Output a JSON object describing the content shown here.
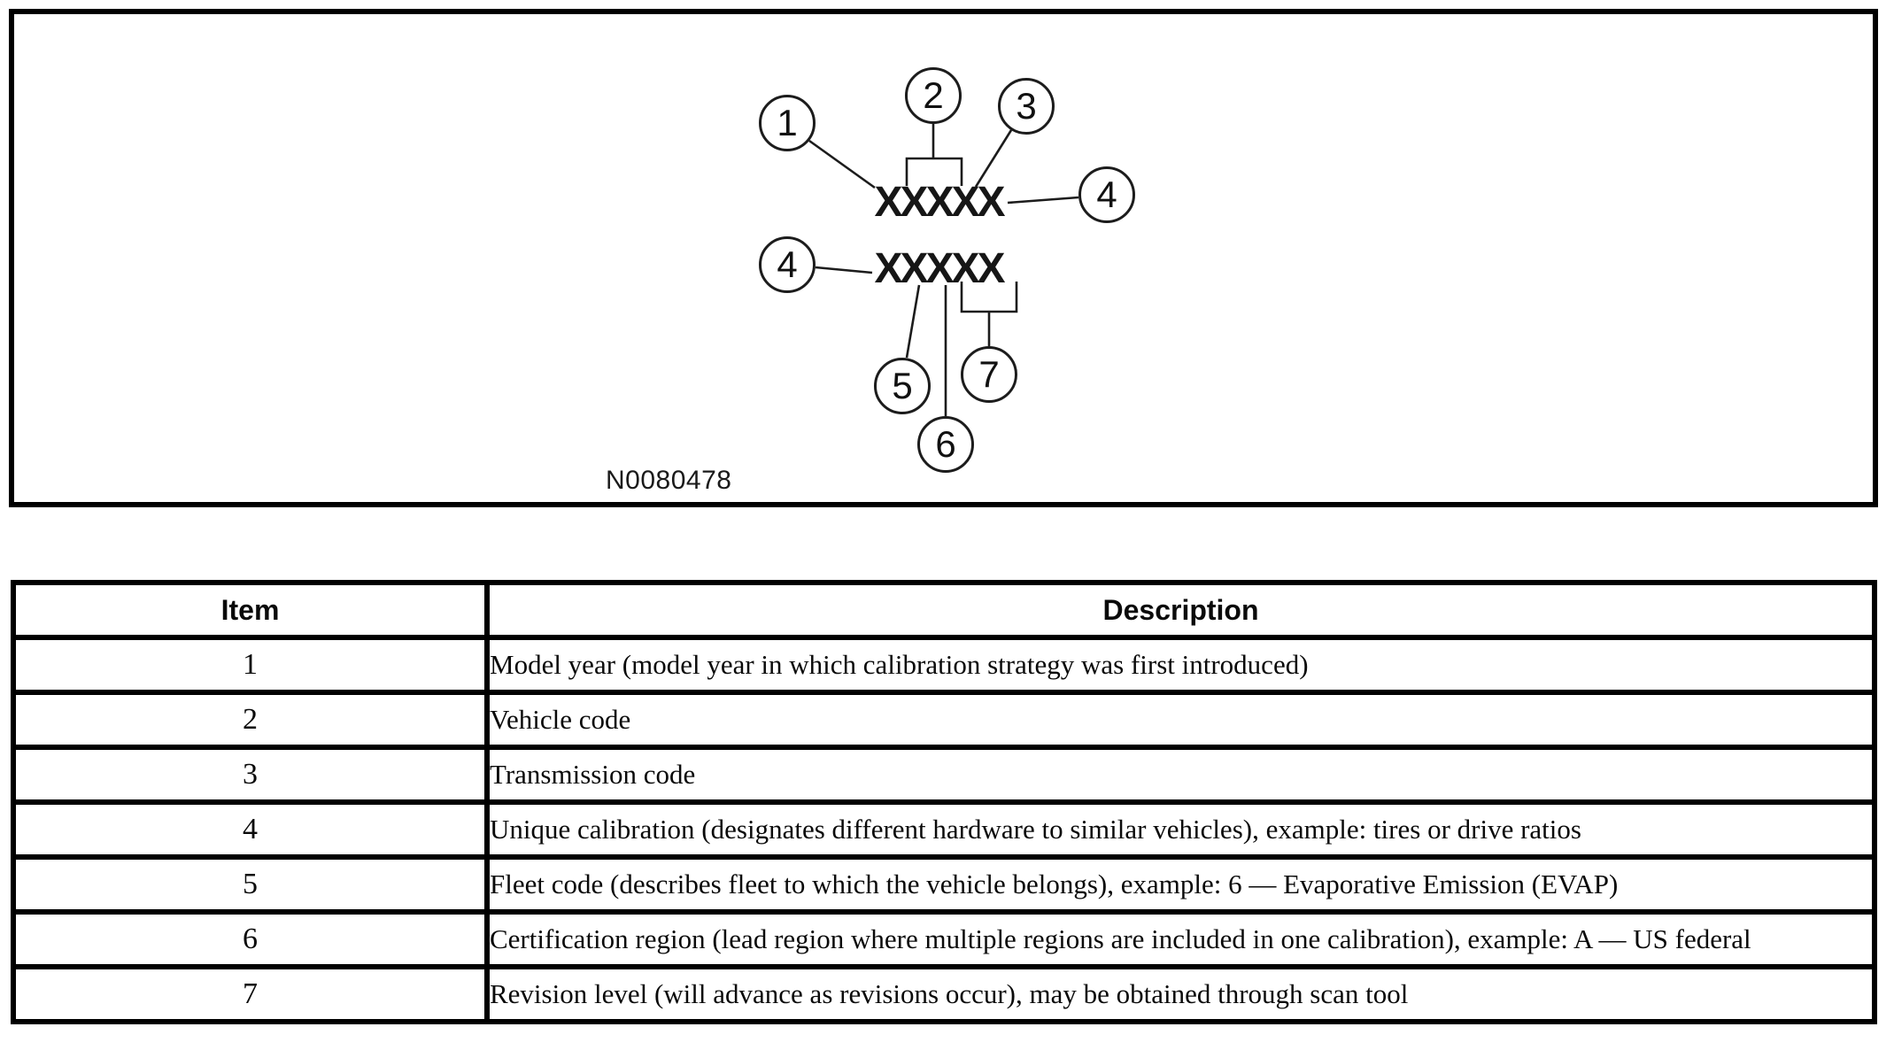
{
  "figure": {
    "code_line1": "XXXXX",
    "code_line2": "XXXXX",
    "figure_id": "N0080478",
    "callouts": [
      {
        "label": "1"
      },
      {
        "label": "2"
      },
      {
        "label": "3"
      },
      {
        "label": "4"
      },
      {
        "label": "4"
      },
      {
        "label": "5"
      },
      {
        "label": "6"
      },
      {
        "label": "7"
      }
    ]
  },
  "table": {
    "headers": {
      "item": "Item",
      "description": "Description"
    },
    "rows": [
      {
        "item": "1",
        "description": "Model year (model year in which calibration strategy was first introduced)"
      },
      {
        "item": "2",
        "description": "Vehicle code"
      },
      {
        "item": "3",
        "description": "Transmission code"
      },
      {
        "item": "4",
        "description": "Unique calibration (designates different hardware to similar vehicles), example: tires or drive ratios"
      },
      {
        "item": "5",
        "description": "Fleet code (describes fleet to which the vehicle belongs), example: 6 — Evaporative Emission (EVAP)"
      },
      {
        "item": "6",
        "description": "Certification region (lead region where multiple regions are included in one calibration), example: A — US federal"
      },
      {
        "item": "7",
        "description": "Revision level (will advance as revisions occur), may be obtained through scan tool"
      }
    ]
  },
  "colors": {
    "ink": "#000000",
    "background": "#ffffff"
  }
}
